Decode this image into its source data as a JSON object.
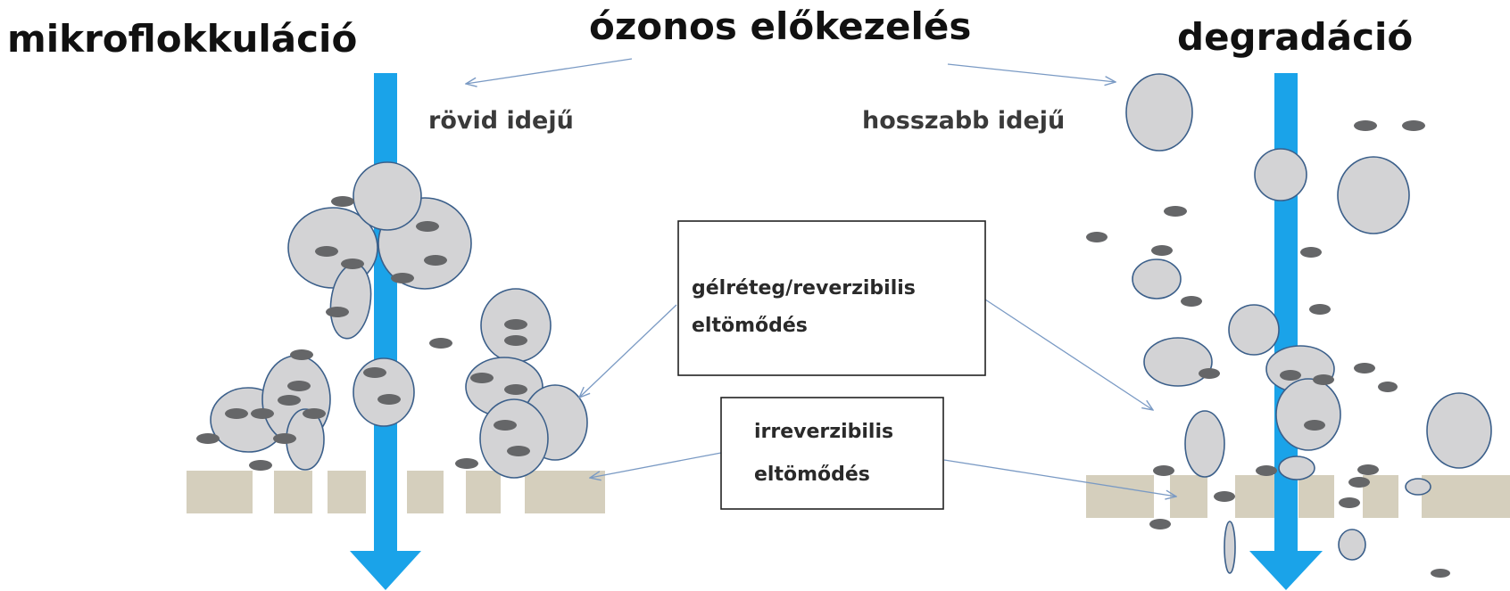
{
  "titles": {
    "left": "mikroflokkuláció",
    "center": "ózonos előkezelés",
    "right": "degradáció"
  },
  "subtitles": {
    "left": "rövid idejű",
    "right": "hosszabb idejű"
  },
  "boxes": {
    "gel_layer_line1": "gélréteg/reverzibilis",
    "gel_layer_line2": "eltömődés",
    "irreversible_line1": "irreverzibilis",
    "irreversible_line2": "eltömődés"
  },
  "colors": {
    "flow_arrow": "#1aa3e9",
    "flock_fill": "#d3d3d5",
    "flock_stroke": "#3b5f8a",
    "particle": "#656668",
    "membrane": "#d5cfbd",
    "connector": "#7a9ac4"
  }
}
